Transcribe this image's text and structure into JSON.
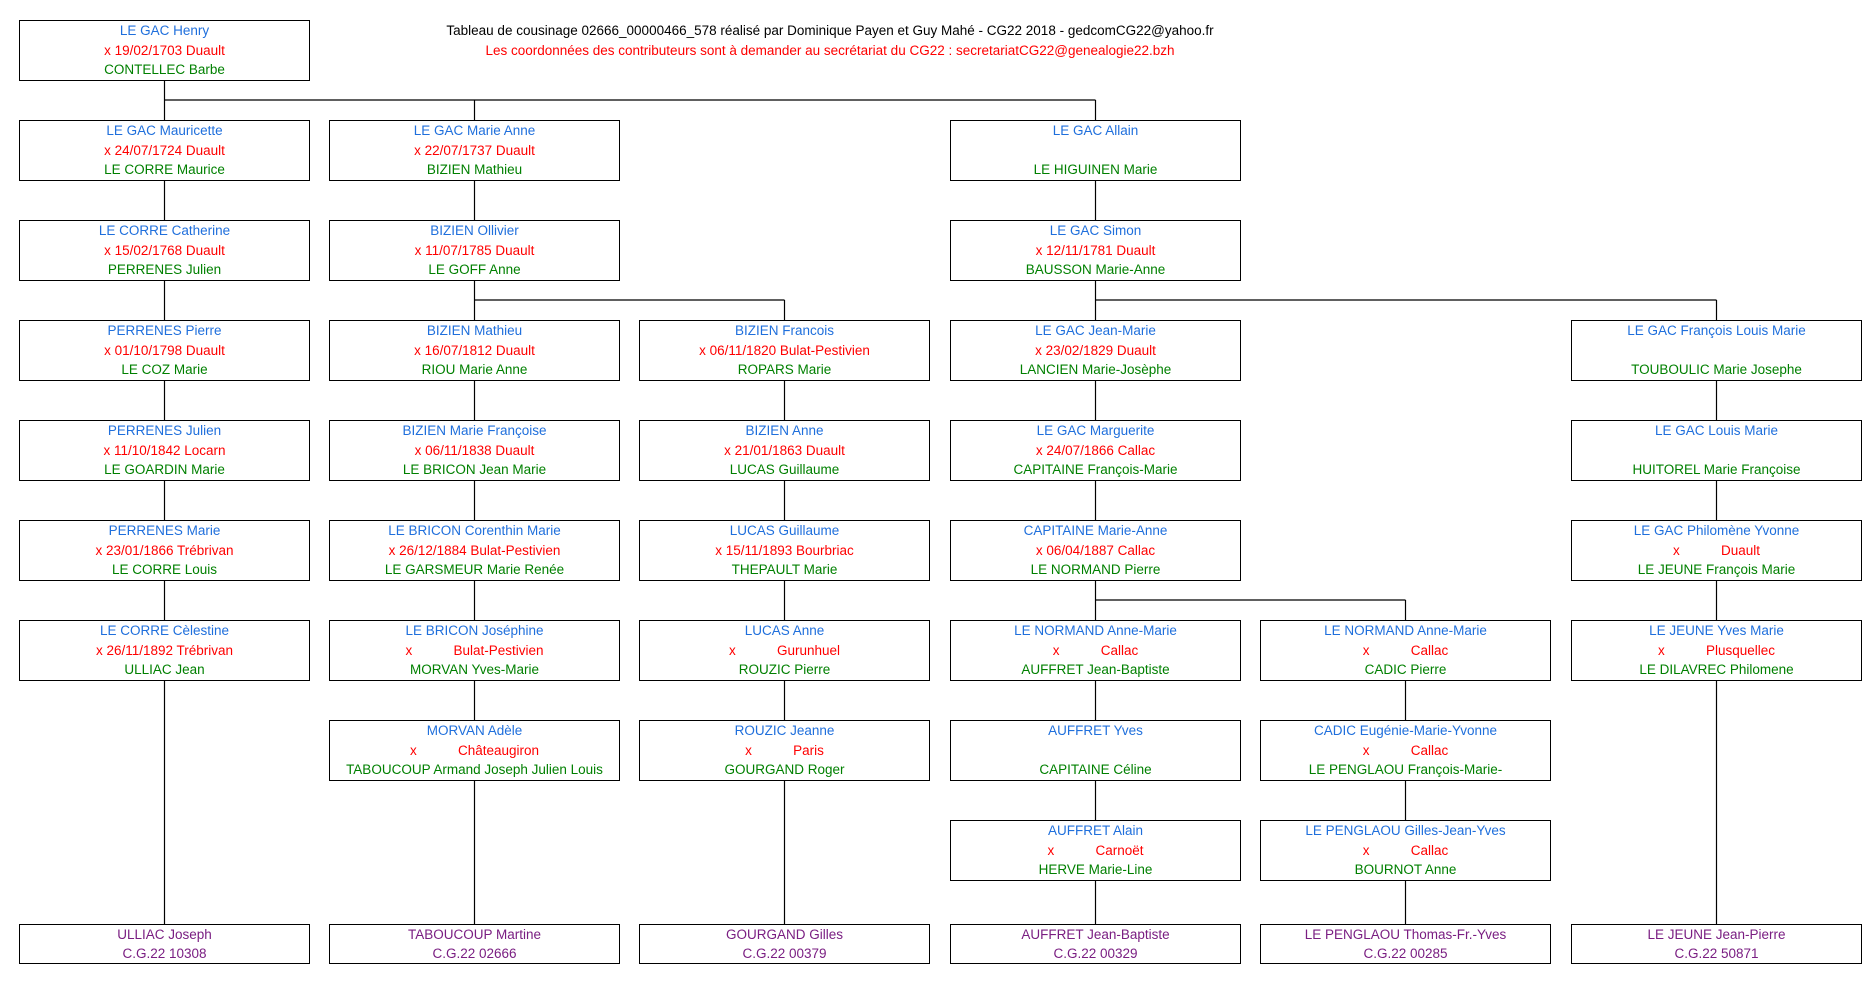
{
  "header": {
    "title": "Tableau de cousinage 02666_00000466_578 réalisé par Dominique Payen et Guy Mahé - CG22 2018 - gedcomCG22@yahoo.fr",
    "note": "Les coordonnées des contributeurs sont à demander au secrétariat du CG22 :  secretariatCG22@genealogie22.bzh"
  },
  "colors": {
    "male": "#1f6fdc",
    "marriage": "#ff0000",
    "female": "#008000",
    "descendant": "#7a1e82",
    "line": "#000000"
  },
  "root": {
    "spouse1": "LE GAC Henry",
    "marriage": "x 19/02/1703 Duault",
    "spouse2": "CONTELLEC Barbe"
  },
  "columns": [
    {
      "boxes": [
        {
          "spouse1": "LE GAC Mauricette",
          "marriage": "x 24/07/1724 Duault",
          "spouse2": "LE CORRE Maurice"
        },
        {
          "spouse1": "LE CORRE Catherine",
          "marriage": "x 15/02/1768 Duault",
          "spouse2": "PERRENES Julien"
        },
        {
          "spouse1": "PERRENES Pierre",
          "marriage": "x 01/10/1798 Duault",
          "spouse2": "LE COZ Marie"
        },
        {
          "spouse1": "PERRENES Julien",
          "marriage": "x 11/10/1842 Locarn",
          "spouse2": "LE GOARDIN Marie"
        },
        {
          "spouse1": "PERRENES Marie",
          "marriage": "x 23/01/1866 Trébrivan",
          "spouse2": "LE CORRE Louis"
        },
        {
          "spouse1": "LE CORRE Cèlestine",
          "marriage": "x 26/11/1892 Trébrivan",
          "spouse2": "ULLIAC Jean"
        }
      ],
      "final": {
        "name": "ULLIAC Joseph",
        "code": "C.G.22 10308"
      }
    },
    {
      "boxes": [
        {
          "spouse1": "LE GAC Marie Anne",
          "marriage": "x 22/07/1737 Duault",
          "spouse2": "BIZIEN Mathieu"
        },
        {
          "spouse1": "BIZIEN Ollivier",
          "marriage": "x 11/07/1785 Duault",
          "spouse2": "LE GOFF Anne"
        },
        {
          "spouse1": "BIZIEN Mathieu",
          "marriage": "x 16/07/1812 Duault",
          "spouse2": "RIOU Marie Anne"
        },
        {
          "spouse1": "BIZIEN Marie Françoise",
          "marriage": "x 06/11/1838 Duault",
          "spouse2": "LE BRICON Jean Marie"
        },
        {
          "spouse1": "LE BRICON Corenthin Marie",
          "marriage": "x 26/12/1884 Bulat-Pestivien",
          "spouse2": "LE GARSMEUR Marie Renée"
        },
        {
          "spouse1": "LE BRICON Joséphine",
          "mark": "x",
          "place": "Bulat-Pestivien",
          "spouse2": "MORVAN Yves-Marie"
        },
        {
          "spouse1": "MORVAN Adèle",
          "mark": "x",
          "place": "Châteaugiron",
          "spouse2": "TABOUCOUP Armand Joseph Julien Louis"
        }
      ],
      "final": {
        "name": "TABOUCOUP Martine",
        "code": "C.G.22 02666"
      }
    },
    {
      "boxes": [
        {
          "spouse1": "BIZIEN Francois",
          "marriage": "x 06/11/1820 Bulat-Pestivien",
          "spouse2": "ROPARS Marie"
        },
        {
          "spouse1": "BIZIEN Anne",
          "marriage": "x 21/01/1863 Duault",
          "spouse2": "LUCAS Guillaume"
        },
        {
          "spouse1": "LUCAS Guillaume",
          "marriage": "x 15/11/1893 Bourbriac",
          "spouse2": "THEPAULT Marie"
        },
        {
          "spouse1": "LUCAS Anne",
          "mark": "x",
          "place": "Gurunhuel",
          "spouse2": "ROUZIC Pierre"
        },
        {
          "spouse1": "ROUZIC Jeanne",
          "mark": "x",
          "place": "Paris",
          "spouse2": "GOURGAND Roger"
        }
      ],
      "final": {
        "name": "GOURGAND Gilles",
        "code": "C.G.22 00379"
      }
    },
    {
      "boxes": [
        {
          "spouse1": "LE GAC Allain",
          "marriage": "",
          "spouse2": "LE HIGUINEN Marie"
        },
        {
          "spouse1": "LE GAC Simon",
          "marriage": "x 12/11/1781 Duault",
          "spouse2": "BAUSSON Marie-Anne"
        },
        {
          "spouse1": "LE GAC Jean-Marie",
          "marriage": "x 23/02/1829 Duault",
          "spouse2": "LANCIEN Marie-Josèphe"
        },
        {
          "spouse1": "LE GAC Marguerite",
          "marriage": "x 24/07/1866 Callac",
          "spouse2": "CAPITAINE François-Marie"
        },
        {
          "spouse1": "CAPITAINE Marie-Anne",
          "marriage": "x 06/04/1887 Callac",
          "spouse2": "LE NORMAND Pierre"
        },
        {
          "spouse1": "LE NORMAND Anne-Marie",
          "mark": "x",
          "place": "Callac",
          "spouse2": "AUFFRET Jean-Baptiste"
        },
        {
          "spouse1": "AUFFRET Yves",
          "marriage": "",
          "spouse2": "CAPITAINE Céline"
        },
        {
          "spouse1": "AUFFRET Alain",
          "mark": "x",
          "place": "Carnoët",
          "spouse2": "HERVE Marie-Line"
        }
      ],
      "final": {
        "name": "AUFFRET Jean-Baptiste",
        "code": "C.G.22 00329"
      }
    },
    {
      "boxes": [
        {
          "spouse1": "LE NORMAND Anne-Marie",
          "mark": "x",
          "place": "Callac",
          "spouse2": "CADIC Pierre"
        },
        {
          "spouse1": "CADIC Eugénie-Marie-Yvonne",
          "mark": "x",
          "place": "Callac",
          "spouse2": "LE PENGLAOU François-Marie-"
        },
        {
          "spouse1": "LE PENGLAOU Gilles-Jean-Yves",
          "mark": "x",
          "place": "Callac",
          "spouse2": "BOURNOT Anne"
        }
      ],
      "final": {
        "name": "LE PENGLAOU Thomas-Fr.-Yves",
        "code": "C.G.22 00285"
      }
    },
    {
      "boxes": [
        {
          "spouse1": "LE GAC François Louis Marie",
          "marriage": "",
          "spouse2": "TOUBOULIC Marie Josephe"
        },
        {
          "spouse1": "LE GAC Louis Marie",
          "marriage": "",
          "spouse2": "HUITOREL Marie Françoise"
        },
        {
          "spouse1": "LE GAC Philomène Yvonne",
          "mark": "x",
          "place": "Duault",
          "spouse2": "LE JEUNE François Marie"
        },
        {
          "spouse1": "LE JEUNE Yves Marie",
          "mark": "x",
          "place": "Plusquellec",
          "spouse2": "LE DILAVREC Philomene"
        }
      ],
      "final": {
        "name": "LE JEUNE Jean-Pierre",
        "code": "C.G.22 50871"
      }
    }
  ]
}
